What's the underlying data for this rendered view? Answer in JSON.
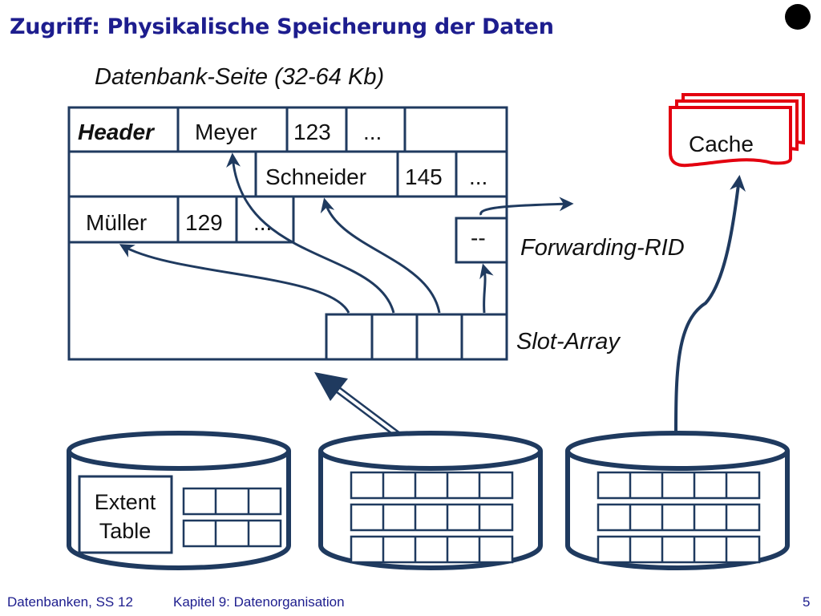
{
  "slide": {
    "title": "Zugriff: Physikalische Speicherung der Daten",
    "page_label": "Datenbank-Seite (32-64 Kb)",
    "rows": {
      "row1": [
        "Header",
        "Meyer",
        "123",
        "..."
      ],
      "row2": [
        "Schneider",
        "145",
        "..."
      ],
      "row3": [
        "Müller",
        "129",
        "..."
      ]
    },
    "forwarding_cell": "--",
    "forwarding_label": "Forwarding-RID",
    "slot_array_label": "Slot-Array",
    "cache_label": "Cache",
    "extent_table_label": [
      "Extent",
      "Table"
    ],
    "footer": {
      "left": "Datenbanken, SS 12",
      "center": "Kapitel 9: Datenorganisation",
      "page_number": "5"
    }
  },
  "colors": {
    "title": "#1d1d8e",
    "diagram_stroke": "#1f3a5f",
    "cache_border": "#e3000f"
  }
}
